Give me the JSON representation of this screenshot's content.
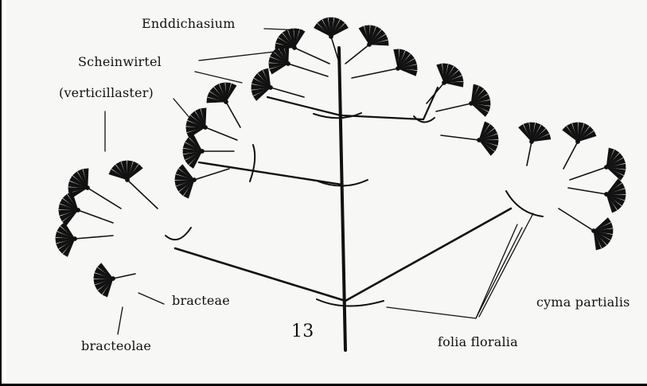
{
  "labels": {
    "enddichasium": "Enddichasium",
    "scheinwirtel": "Scheinwirtel",
    "verticillaster": "(verticillaster)",
    "bracteae": "bracteae",
    "bracteolae": "bracteolae",
    "cyma_partialis": "cyma partialis",
    "folia_floralia": "folia floralia",
    "figure_number": "13"
  },
  "colors": {
    "ink": "#111111",
    "paper": "#f7f7f5"
  }
}
